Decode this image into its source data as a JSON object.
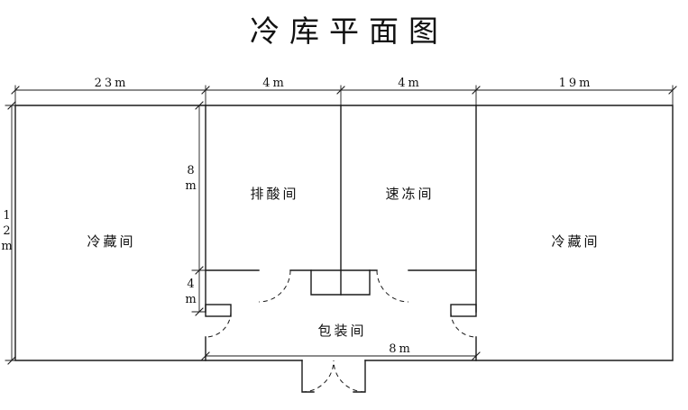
{
  "title": "冷库平面图",
  "colors": {
    "line": "#1a1a1a",
    "background": "#ffffff"
  },
  "dimensions": {
    "top_segments": [
      "23m",
      "4m",
      "4m",
      "19m"
    ],
    "left_total": "12m",
    "inner_upper": "8m",
    "inner_lower": "4m",
    "bottom": "8m"
  },
  "rooms": {
    "cold_storage_left": "冷藏间",
    "deacidification": "排酸间",
    "quick_freezing": "速冻间",
    "cold_storage_right": "冷藏间",
    "packing": "包装间"
  }
}
